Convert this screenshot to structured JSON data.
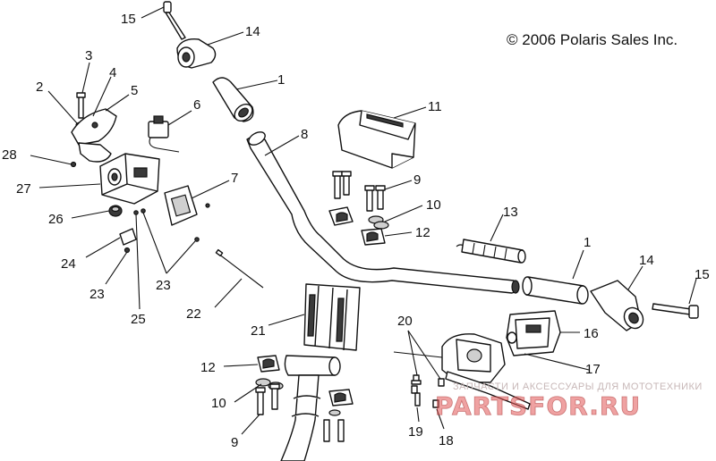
{
  "copyright": "© 2006 Polaris Sales Inc.",
  "watermark": {
    "tagline": "ЗАПЧАСТИ И АКСЕССУАРЫ ДЛЯ МОТОТЕХНИКИ",
    "logo": "PARTSFOR.RU"
  },
  "callouts": [
    {
      "id": "c-15-top",
      "label": "15"
    },
    {
      "id": "c-14-top",
      "label": "14"
    },
    {
      "id": "c-1-top",
      "label": "1"
    },
    {
      "id": "c-3",
      "label": "3"
    },
    {
      "id": "c-4",
      "label": "4"
    },
    {
      "id": "c-2",
      "label": "2"
    },
    {
      "id": "c-5",
      "label": "5"
    },
    {
      "id": "c-6",
      "label": "6"
    },
    {
      "id": "c-8",
      "label": "8"
    },
    {
      "id": "c-11",
      "label": "11"
    },
    {
      "id": "c-28",
      "label": "28"
    },
    {
      "id": "c-27",
      "label": "27"
    },
    {
      "id": "c-7",
      "label": "7"
    },
    {
      "id": "c-9-top",
      "label": "9"
    },
    {
      "id": "c-10-top",
      "label": "10"
    },
    {
      "id": "c-12-top",
      "label": "12"
    },
    {
      "id": "c-13",
      "label": "13"
    },
    {
      "id": "c-26",
      "label": "26"
    },
    {
      "id": "c-24",
      "label": "24"
    },
    {
      "id": "c-1-right",
      "label": "1"
    },
    {
      "id": "c-14-right",
      "label": "14"
    },
    {
      "id": "c-15-right",
      "label": "15"
    },
    {
      "id": "c-23-left",
      "label": "23"
    },
    {
      "id": "c-23-right",
      "label": "23"
    },
    {
      "id": "c-25",
      "label": "25"
    },
    {
      "id": "c-22",
      "label": "22"
    },
    {
      "id": "c-21",
      "label": "21"
    },
    {
      "id": "c-20",
      "label": "20"
    },
    {
      "id": "c-16",
      "label": "16"
    },
    {
      "id": "c-12-bottom",
      "label": "12"
    },
    {
      "id": "c-17",
      "label": "17"
    },
    {
      "id": "c-10-bottom",
      "label": "10"
    },
    {
      "id": "c-9-bottom",
      "label": "9"
    },
    {
      "id": "c-19",
      "label": "19"
    },
    {
      "id": "c-18",
      "label": "18"
    }
  ]
}
